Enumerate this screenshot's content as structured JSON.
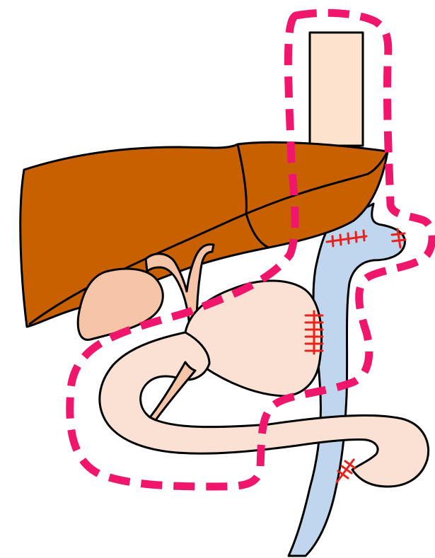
{
  "colors": {
    "liver": "#c96000",
    "esophagus": "#fde3cd",
    "bowel": "#fbe1d3",
    "gallbladder": "#f6c5a8",
    "bile_duct": "#f6c5a8",
    "jejunal_limb": "#bfd6ee",
    "suture": "#e8231e",
    "resection_outline": "#f0166c",
    "stroke": "#000000"
  },
  "structures": [
    "esophagus",
    "liver",
    "gallbladder",
    "bile-duct",
    "stomach-remnant",
    "duodenum-loop",
    "jejunal-limb",
    "small-intestine-loop"
  ],
  "annotations": {
    "resection_boundary": "dashed-outline",
    "anastomoses": [
      "esophagojejunostomy",
      "proximal-limb-stitches",
      "gastrojejunal-stitches",
      "lower-limb-stitches"
    ]
  }
}
